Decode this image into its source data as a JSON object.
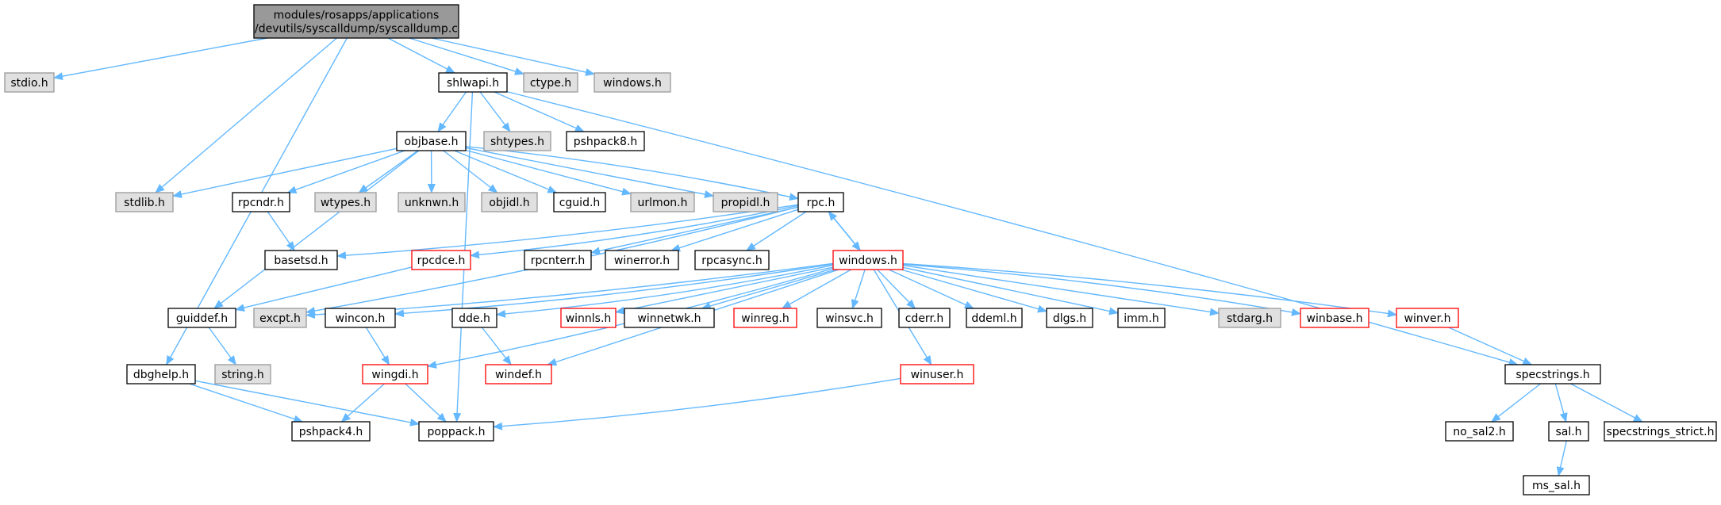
{
  "colors": {
    "edge": "#63b8ff",
    "root_fill": "#999999",
    "normal_fill": "#ffffff",
    "normal_stroke": "#000000",
    "system_fill": "#e0e0e0",
    "system_stroke": "#999999",
    "truncated_fill": "#ffffff",
    "truncated_stroke": "#ff0000"
  },
  "nodes": [
    {
      "id": "root",
      "kind": "root",
      "lines": [
        "modules/rosapps/applications",
        "/devutils/syscalldump/syscalldump.c"
      ]
    },
    {
      "id": "stdio",
      "kind": "system",
      "lines": [
        "stdio.h"
      ]
    },
    {
      "id": "stdlib",
      "kind": "system",
      "lines": [
        "stdlib.h"
      ]
    },
    {
      "id": "shlwapi",
      "kind": "normal",
      "lines": [
        "shlwapi.h"
      ]
    },
    {
      "id": "ctype",
      "kind": "system",
      "lines": [
        "ctype.h"
      ]
    },
    {
      "id": "windows_sys",
      "kind": "system",
      "lines": [
        "windows.h"
      ]
    },
    {
      "id": "dbghelp",
      "kind": "normal",
      "lines": [
        "dbghelp.h"
      ]
    },
    {
      "id": "objbase",
      "kind": "normal",
      "lines": [
        "objbase.h"
      ]
    },
    {
      "id": "shtypes",
      "kind": "system",
      "lines": [
        "shtypes.h"
      ]
    },
    {
      "id": "pshpack8",
      "kind": "normal",
      "lines": [
        "pshpack8.h"
      ]
    },
    {
      "id": "specstrings",
      "kind": "normal",
      "lines": [
        "specstrings.h"
      ]
    },
    {
      "id": "rpcndr",
      "kind": "normal",
      "lines": [
        "rpcndr.h"
      ]
    },
    {
      "id": "wtypes",
      "kind": "system",
      "lines": [
        "wtypes.h"
      ]
    },
    {
      "id": "unknwn",
      "kind": "system",
      "lines": [
        "unknwn.h"
      ]
    },
    {
      "id": "objidl",
      "kind": "system",
      "lines": [
        "objidl.h"
      ]
    },
    {
      "id": "cguid",
      "kind": "normal",
      "lines": [
        "cguid.h"
      ]
    },
    {
      "id": "urlmon",
      "kind": "system",
      "lines": [
        "urlmon.h"
      ]
    },
    {
      "id": "propidl",
      "kind": "system",
      "lines": [
        "propidl.h"
      ]
    },
    {
      "id": "rpc",
      "kind": "normal",
      "lines": [
        "rpc.h"
      ]
    },
    {
      "id": "basetsd",
      "kind": "normal",
      "lines": [
        "basetsd.h"
      ]
    },
    {
      "id": "rpcdce",
      "kind": "truncated",
      "lines": [
        "rpcdce.h"
      ]
    },
    {
      "id": "rpcnterr",
      "kind": "normal",
      "lines": [
        "rpcnterr.h"
      ]
    },
    {
      "id": "winerror",
      "kind": "normal",
      "lines": [
        "winerror.h"
      ]
    },
    {
      "id": "rpcasync",
      "kind": "normal",
      "lines": [
        "rpcasync.h"
      ]
    },
    {
      "id": "windows",
      "kind": "truncated",
      "lines": [
        "windows.h"
      ]
    },
    {
      "id": "guiddef",
      "kind": "normal",
      "lines": [
        "guiddef.h"
      ]
    },
    {
      "id": "excpt",
      "kind": "system",
      "lines": [
        "excpt.h"
      ]
    },
    {
      "id": "wincon",
      "kind": "normal",
      "lines": [
        "wincon.h"
      ]
    },
    {
      "id": "dde",
      "kind": "normal",
      "lines": [
        "dde.h"
      ]
    },
    {
      "id": "winnls",
      "kind": "truncated",
      "lines": [
        "winnls.h"
      ]
    },
    {
      "id": "winnetwk",
      "kind": "normal",
      "lines": [
        "winnetwk.h"
      ]
    },
    {
      "id": "winreg",
      "kind": "truncated",
      "lines": [
        "winreg.h"
      ]
    },
    {
      "id": "winsvc",
      "kind": "normal",
      "lines": [
        "winsvc.h"
      ]
    },
    {
      "id": "cderr",
      "kind": "normal",
      "lines": [
        "cderr.h"
      ]
    },
    {
      "id": "ddeml",
      "kind": "normal",
      "lines": [
        "ddeml.h"
      ]
    },
    {
      "id": "dlgs",
      "kind": "normal",
      "lines": [
        "dlgs.h"
      ]
    },
    {
      "id": "imm",
      "kind": "normal",
      "lines": [
        "imm.h"
      ]
    },
    {
      "id": "stdarg",
      "kind": "system",
      "lines": [
        "stdarg.h"
      ]
    },
    {
      "id": "winbase",
      "kind": "truncated",
      "lines": [
        "winbase.h"
      ]
    },
    {
      "id": "winver",
      "kind": "truncated",
      "lines": [
        "winver.h"
      ]
    },
    {
      "id": "string",
      "kind": "system",
      "lines": [
        "string.h"
      ]
    },
    {
      "id": "wingdi",
      "kind": "truncated",
      "lines": [
        "wingdi.h"
      ]
    },
    {
      "id": "windef",
      "kind": "truncated",
      "lines": [
        "windef.h"
      ]
    },
    {
      "id": "winuser",
      "kind": "truncated",
      "lines": [
        "winuser.h"
      ]
    },
    {
      "id": "pshpack4",
      "kind": "normal",
      "lines": [
        "pshpack4.h"
      ]
    },
    {
      "id": "poppack",
      "kind": "normal",
      "lines": [
        "poppack.h"
      ]
    },
    {
      "id": "no_sal2",
      "kind": "normal",
      "lines": [
        "no_sal2.h"
      ]
    },
    {
      "id": "sal",
      "kind": "normal",
      "lines": [
        "sal.h"
      ]
    },
    {
      "id": "specstrings_strict",
      "kind": "normal",
      "lines": [
        "specstrings_strict.h"
      ]
    },
    {
      "id": "ms_sal",
      "kind": "normal",
      "lines": [
        "ms_sal.h"
      ]
    }
  ],
  "edges": [
    [
      "root",
      "stdio"
    ],
    [
      "root",
      "stdlib"
    ],
    [
      "root",
      "shlwapi"
    ],
    [
      "root",
      "ctype"
    ],
    [
      "root",
      "windows_sys"
    ],
    [
      "root",
      "dbghelp"
    ],
    [
      "shlwapi",
      "objbase"
    ],
    [
      "shlwapi",
      "shtypes"
    ],
    [
      "shlwapi",
      "pshpack8"
    ],
    [
      "shlwapi",
      "poppack"
    ],
    [
      "shlwapi",
      "specstrings"
    ],
    [
      "objbase",
      "stdlib"
    ],
    [
      "objbase",
      "rpcndr"
    ],
    [
      "objbase",
      "wtypes"
    ],
    [
      "objbase",
      "unknwn"
    ],
    [
      "objbase",
      "objidl"
    ],
    [
      "objbase",
      "cguid"
    ],
    [
      "objbase",
      "urlmon"
    ],
    [
      "objbase",
      "propidl"
    ],
    [
      "objbase",
      "rpc"
    ],
    [
      "objbase",
      "guiddef"
    ],
    [
      "rpcndr",
      "basetsd"
    ],
    [
      "rpc",
      "basetsd"
    ],
    [
      "rpc",
      "rpcdce"
    ],
    [
      "rpc",
      "rpcnterr"
    ],
    [
      "rpc",
      "winerror"
    ],
    [
      "rpc",
      "rpcasync"
    ],
    [
      "rpc",
      "windows"
    ],
    [
      "rpc",
      "excpt"
    ],
    [
      "rpcdce",
      "guiddef"
    ],
    [
      "windows",
      "rpc"
    ],
    [
      "windows",
      "excpt"
    ],
    [
      "windows",
      "wincon"
    ],
    [
      "windows",
      "dde"
    ],
    [
      "windows",
      "winnls"
    ],
    [
      "windows",
      "winnetwk"
    ],
    [
      "windows",
      "winreg"
    ],
    [
      "windows",
      "winsvc"
    ],
    [
      "windows",
      "cderr"
    ],
    [
      "windows",
      "ddeml"
    ],
    [
      "windows",
      "dlgs"
    ],
    [
      "windows",
      "imm"
    ],
    [
      "windows",
      "stdarg"
    ],
    [
      "windows",
      "winbase"
    ],
    [
      "windows",
      "winver"
    ],
    [
      "windows",
      "wingdi"
    ],
    [
      "windows",
      "windef"
    ],
    [
      "windows",
      "winuser"
    ],
    [
      "guiddef",
      "string"
    ],
    [
      "wincon",
      "wingdi"
    ],
    [
      "dde",
      "windef"
    ],
    [
      "winver",
      "specstrings"
    ],
    [
      "wingdi",
      "pshpack4"
    ],
    [
      "wingdi",
      "poppack"
    ],
    [
      "winuser",
      "poppack"
    ],
    [
      "dbghelp",
      "pshpack4"
    ],
    [
      "dbghelp",
      "poppack"
    ],
    [
      "specstrings",
      "no_sal2"
    ],
    [
      "specstrings",
      "sal"
    ],
    [
      "specstrings",
      "specstrings_strict"
    ],
    [
      "sal",
      "ms_sal"
    ]
  ]
}
